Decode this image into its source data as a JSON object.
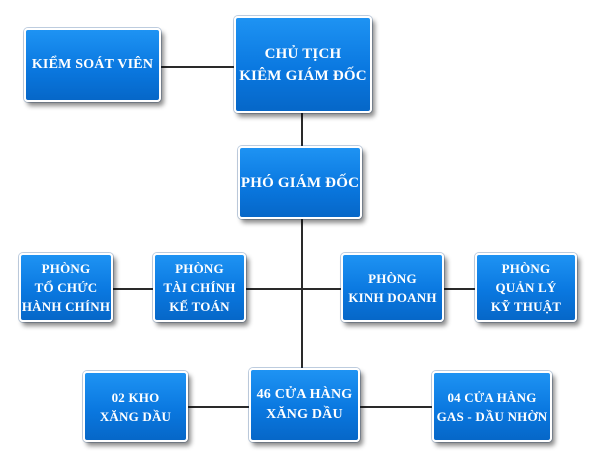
{
  "org_chart": {
    "chairman": "CHỦ TỊCH\nKIÊM GIÁM ĐỐC",
    "controller": "KIỂM SOÁT VIÊN",
    "deputy_director": "PHÓ GIÁM ĐỐC",
    "departments": {
      "admin": "PHÒNG\nTỔ CHỨC\nHÀNH CHÍNH",
      "finance": "PHÒNG\nTÀI CHÍNH\nKẾ TOÁN",
      "business": "PHÒNG\nKINH DOANH",
      "technical": "PHÒNG\nQUẢN LÝ\nKỸ THUẬT"
    },
    "units": {
      "warehouses": "02 KHO\nXĂNG DẦU",
      "fuel_stores": "46 CỬA HÀNG\nXĂNG DẦU",
      "gas_stores": "04 CỬA HÀNG\nGAS - DẦU NHỜN"
    }
  },
  "colors": {
    "node_fill": "#0a78e0",
    "node_border": "#ffffff",
    "connector": "#2a2a2a",
    "text": "#ffffff"
  }
}
